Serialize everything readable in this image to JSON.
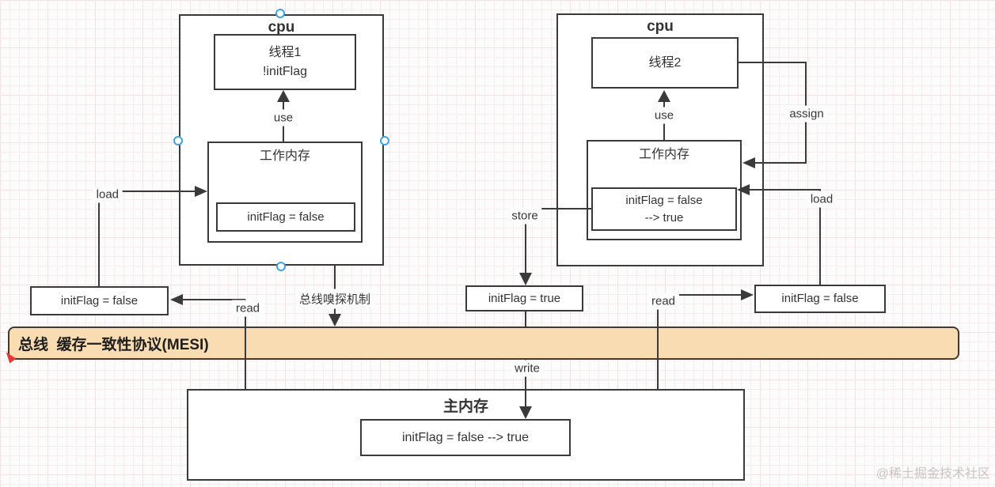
{
  "left_cpu": {
    "title": "cpu",
    "thread_line1": "线程1",
    "thread_line2": "!initFlag",
    "use_label": "use",
    "load_label": "load",
    "working_memory_title": "工作内存",
    "working_memory_value": "initFlag = false"
  },
  "right_cpu": {
    "title": "cpu",
    "thread_line1": "线程2",
    "use_label": "use",
    "assign_label": "assign",
    "load_label": "load",
    "working_memory_title": "工作内存",
    "working_memory_value_line1": "initFlag = false",
    "working_memory_value_line2": "--> true"
  },
  "edges": {
    "read_left": "read",
    "read_right": "read",
    "store": "store",
    "write": "write",
    "bus_sniff": "总线嗅探机制"
  },
  "cache_boxes": {
    "left_value": "initFlag = false",
    "store_value": "initFlag = true",
    "right_value": "initFlag = false"
  },
  "bus": {
    "label": "总线  缓存一致性协议(MESI)"
  },
  "main_memory": {
    "title": "主内存",
    "value": "initFlag = false --> true"
  },
  "watermark": "@稀土掘金技术社区",
  "colors": {
    "bus_fill": "#f9dcb2",
    "bus_border": "#43392e",
    "line": "#3a3a3a",
    "selection_handle": "#41a3e6",
    "red_marker": "#e53935",
    "watermark_gray": "#c9c5c5"
  }
}
